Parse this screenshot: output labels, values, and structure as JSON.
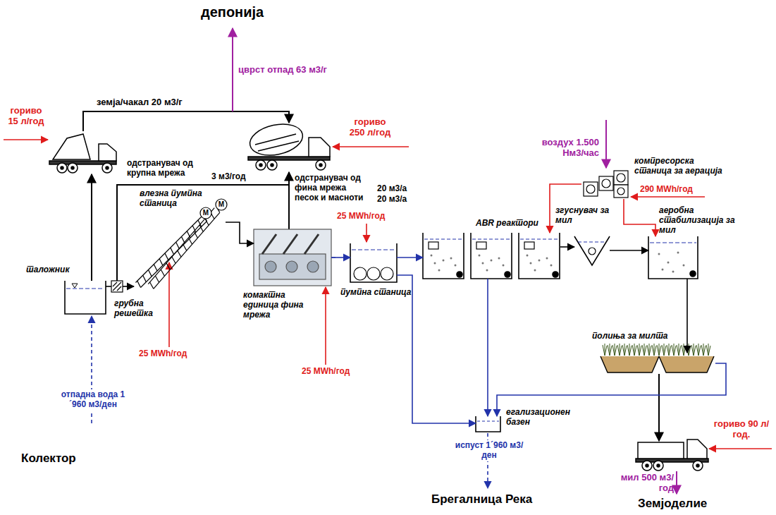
{
  "diagram": {
    "nodes": [
      {
        "text": [
          "таложник"
        ]
      },
      {
        "text": [
          "грубна решетка"
        ]
      },
      {
        "text": [
          "влезна пумпна станица"
        ]
      },
      {
        "text": [
          "комактна единица фина мрежа"
        ]
      },
      {
        "text": [
          "пумпна станица"
        ]
      },
      {
        "text": [
          "ABR реактори"
        ]
      },
      {
        "text": [
          "згуснувач за мил"
        ]
      },
      {
        "text": [
          "аеробна стабилизација за мил"
        ]
      },
      {
        "text": [
          "полиња за милта"
        ]
      },
      {
        "text": [
          "егализационен базен"
        ]
      },
      {
        "text": [
          "компресорска станица за аерација"
        ]
      }
    ],
    "edges": [
      {
        "from": 0,
        "to": 1,
        "arrow": "none"
      },
      {
        "from": 1,
        "to": 2,
        "arrow": "to"
      },
      {
        "from": 2,
        "to": 3,
        "arrow": "to"
      },
      {
        "from": 3,
        "to": 4,
        "arrow": "to"
      },
      {
        "from": 4,
        "to": 5,
        "arrow": "to"
      },
      {
        "from": 5,
        "to": 6,
        "arrow": "to"
      },
      {
        "from": 6,
        "to": 7,
        "arrow": "to"
      },
      {
        "from": 7,
        "to": 8,
        "arrow": "to"
      },
      {
        "from": 4,
        "to": 9,
        "arrow": "to"
      },
      {
        "from": 5,
        "to": 9,
        "arrow": "to"
      },
      {
        "from": 8,
        "to": 9,
        "arrow": "to"
      },
      {
        "from": 10,
        "to": 5,
        "arrow": "to"
      },
      {
        "from": 10,
        "to": 7,
        "arrow": "to"
      }
    ],
    "labels": [
      "депонија",
      "цврст отпад 63 м3/г",
      "земја/чакал 20 м3/г",
      "гориво 15 л/год",
      "гориво 250 л/год",
      "одстранувач од крупна мрежа",
      "3 м3/год",
      "одстранувач од фина мрежа песок и масноти",
      "20 м3/а",
      "20 м3/а",
      "25 MWh/год",
      "воздух 1.500 Нм3/час",
      "290 MWh/год",
      "M",
      "M",
      "25 MWh/год",
      "25 MWh/год",
      "отпадна вода 1´960 м3/ден",
      "испуст 1´960 м3/ден",
      "гориво 90 л/год.",
      "мил 500 м3/год",
      "Колектор",
      "Брегалница Река",
      "Земјоделие"
    ]
  }
}
